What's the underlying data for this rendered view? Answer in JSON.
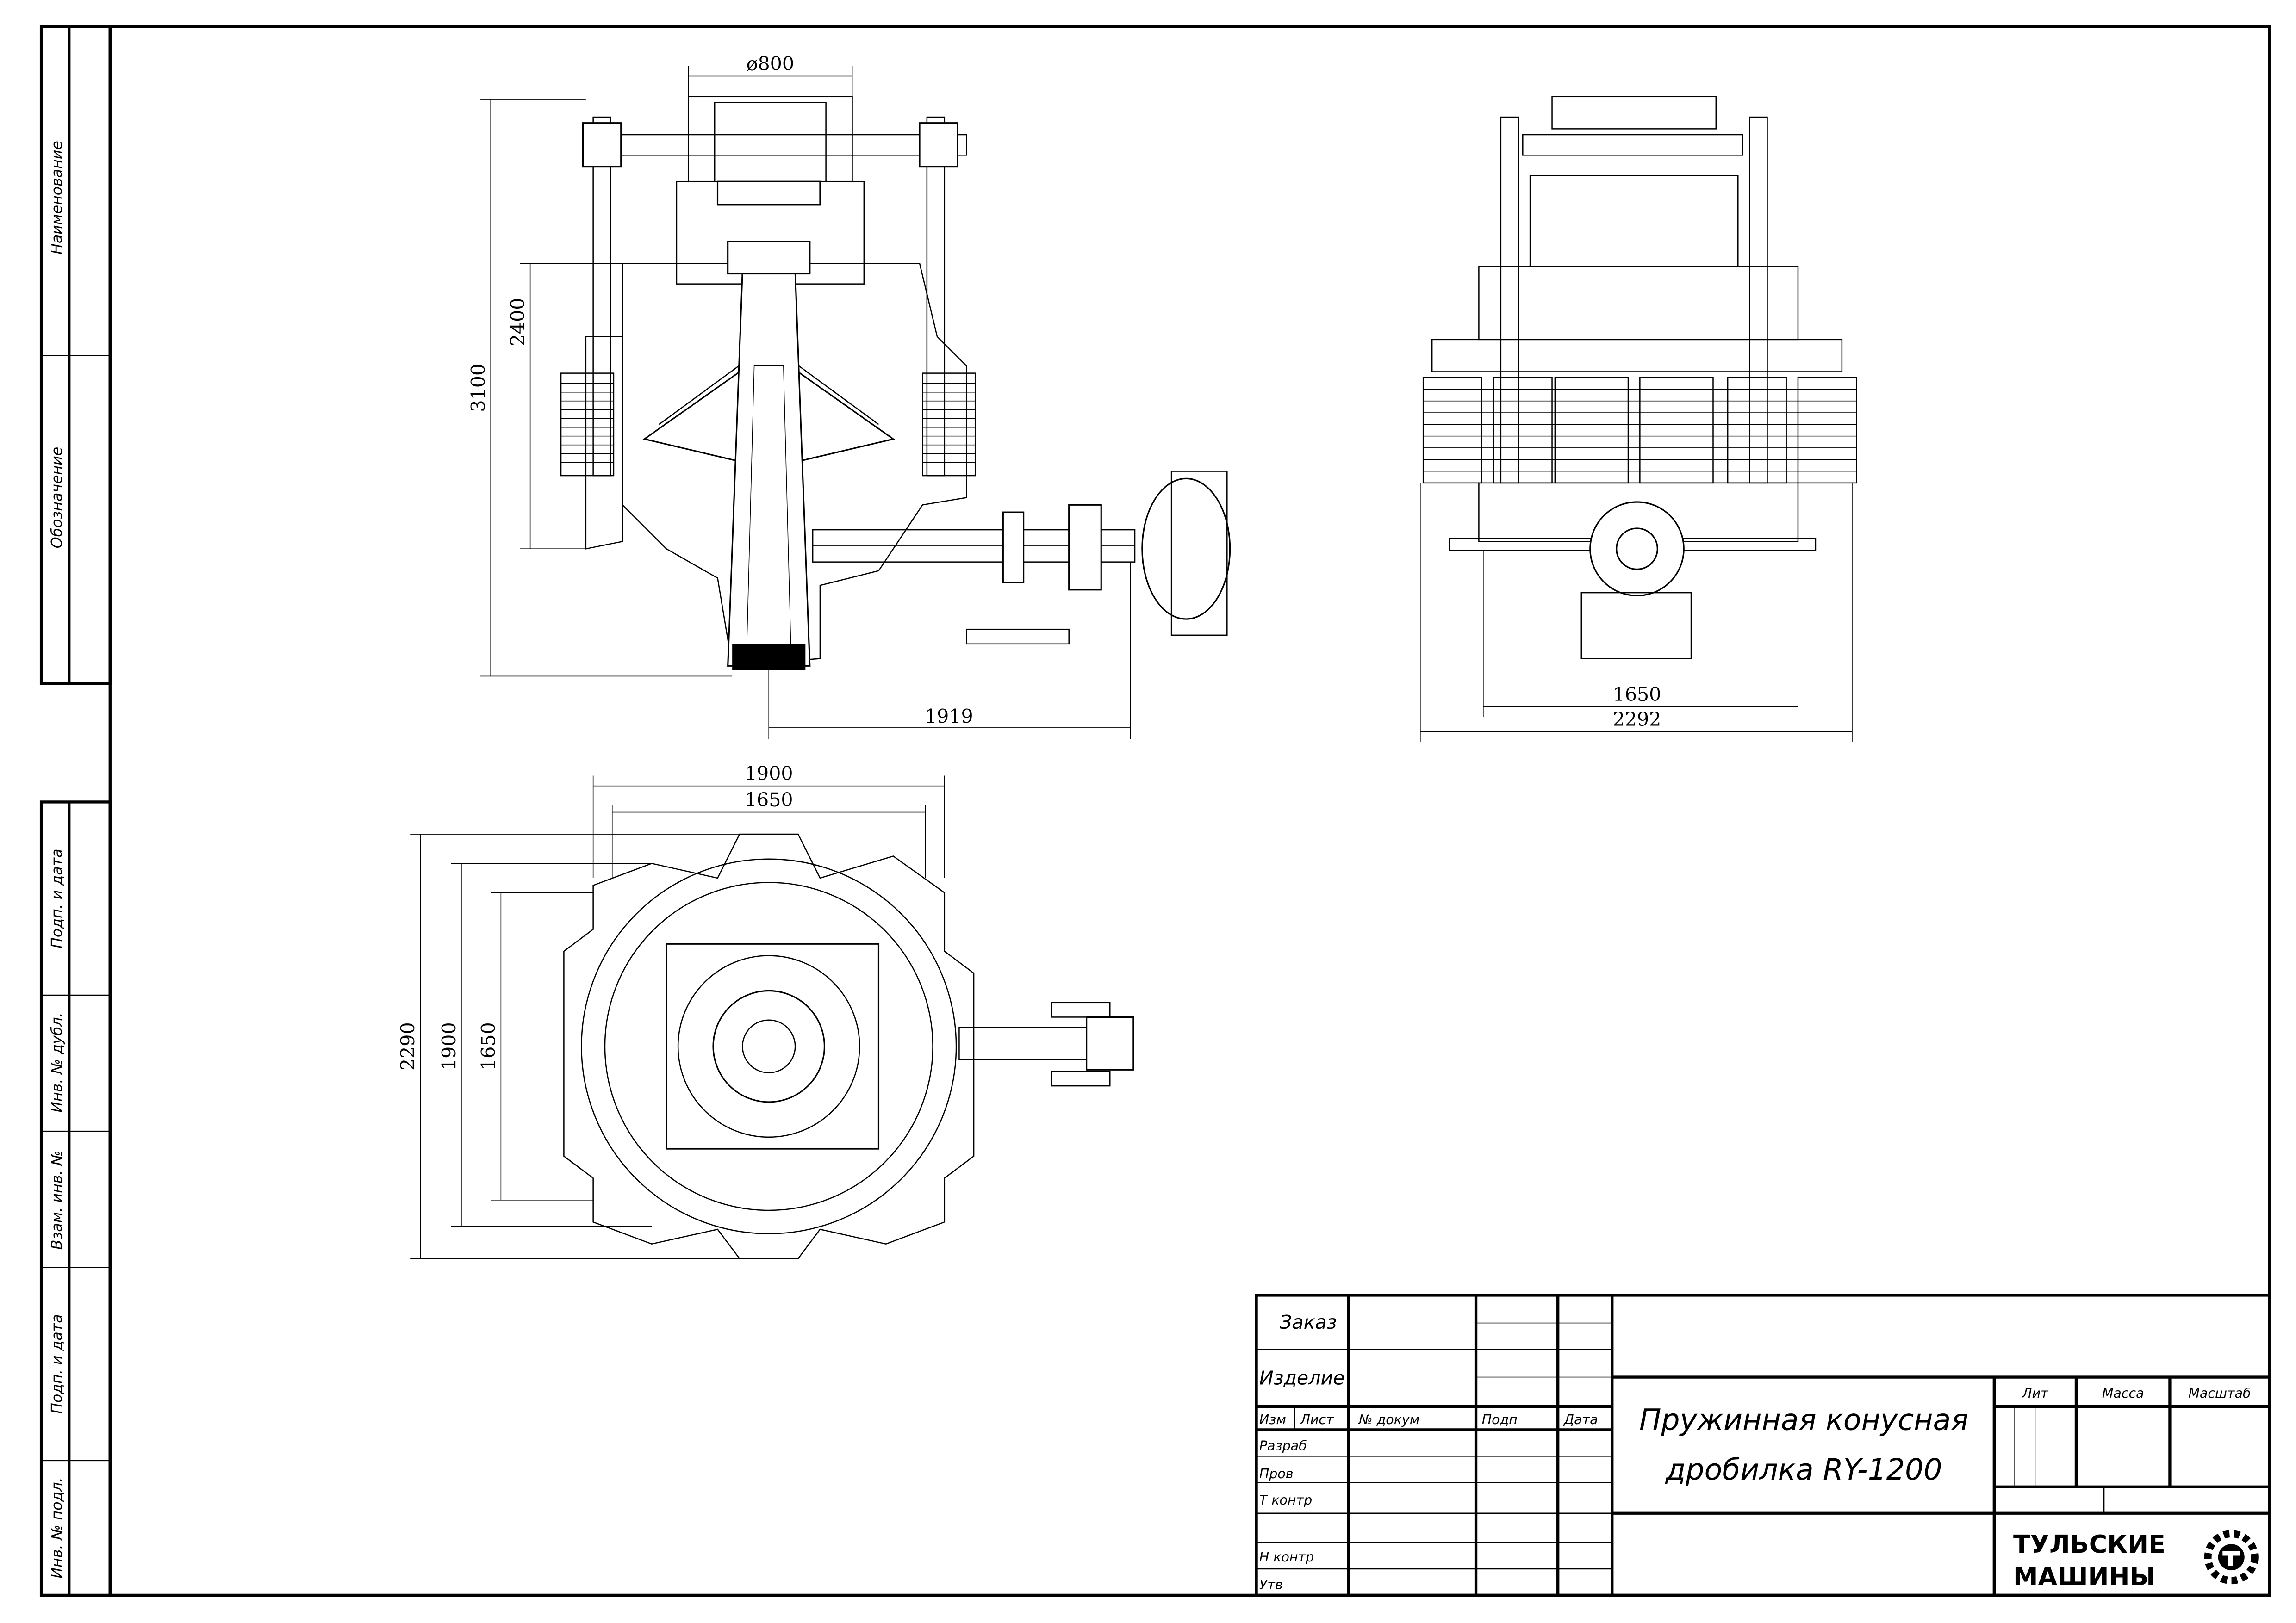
{
  "side_strip": {
    "top": [
      "Наименование",
      "Обозначение"
    ],
    "bottom": [
      "Подп. и дата",
      "Инв. № дубл.",
      "Взам. инв. №",
      "Подп. и дата",
      "Инв. № подл."
    ]
  },
  "front_view": {
    "dims": {
      "feed_diameter": "ø800",
      "height_total": "3100",
      "height_body": "2400",
      "length": "1919"
    }
  },
  "side_view": {
    "dims": {
      "width_inner": "1650",
      "width_total": "2292"
    }
  },
  "top_view": {
    "dims": {
      "w_outer": "1900",
      "w_inner": "1650",
      "h_total": "2290",
      "h_mid": "1900",
      "h_inner": "1650"
    }
  },
  "title_block": {
    "order_label": "Заказ",
    "product_label": "Изделие",
    "headers": [
      "Изм",
      "Лист",
      "№ докум",
      "Подп",
      "Дата"
    ],
    "roles": [
      "Разраб",
      "Пров",
      "Т контр",
      "",
      "Н контр",
      "Утв"
    ],
    "title_line1": "Пружинная конусная",
    "title_line2": "дробилка RY-1200",
    "lit_label": "Лит",
    "mass_label": "Масса",
    "scale_label": "Масштаб",
    "company_line1": "ТУЛЬСКИЕ",
    "company_line2": "МАШИНЫ"
  }
}
